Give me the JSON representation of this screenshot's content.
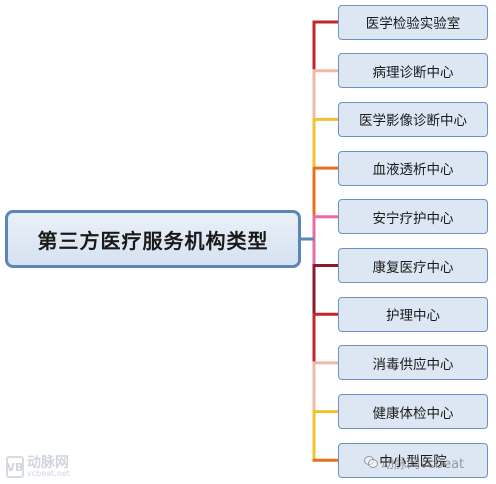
{
  "root": {
    "label": "第三方医疗服务机构类型"
  },
  "branches": [
    {
      "label": "医学检验实验室",
      "color": "#c0262b"
    },
    {
      "label": "病理诊断中心",
      "color": "#f2b8a6"
    },
    {
      "label": "医学影像诊断中心",
      "color": "#f2c12e"
    },
    {
      "label": "血液透析中心",
      "color": "#e7711b"
    },
    {
      "label": "安宁疗护中心",
      "color": "#e86aa7"
    },
    {
      "label": "康复医疗中心",
      "color": "#8b1a2b"
    },
    {
      "label": "护理中心",
      "color": "#c0262b"
    },
    {
      "label": "消毒供应中心",
      "color": "#f2b8a6"
    },
    {
      "label": "健康体检中心",
      "color": "#f2c12e"
    },
    {
      "label": "中小型医院",
      "color": "#e7711b"
    }
  ],
  "watermarks": {
    "left_logo": "VB",
    "left_text": "动脉网",
    "left_subtext": "vcbeat.net",
    "right_text": "动脉网vcbeat"
  }
}
